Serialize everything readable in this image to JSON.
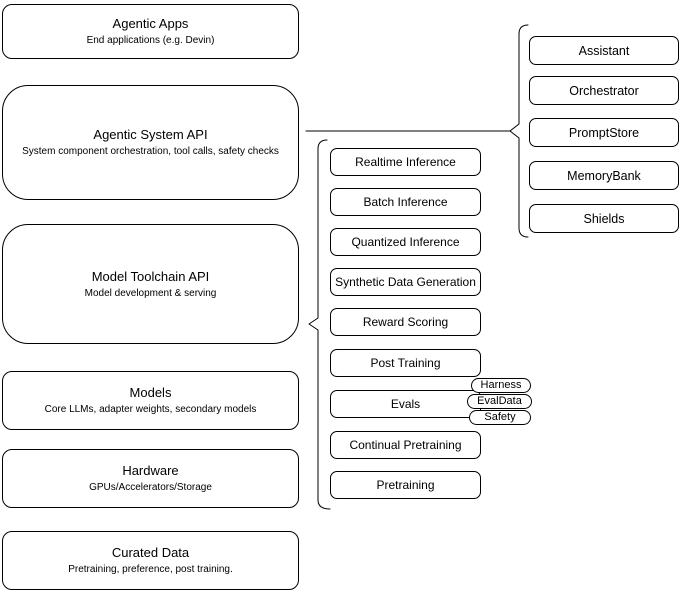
{
  "diagram": {
    "left_column": [
      {
        "title": "Agentic Apps",
        "subtitle": "End applications (e.g. Devin)"
      },
      {
        "title": "Agentic System API",
        "subtitle": "System component orchestration, tool calls, safety checks"
      },
      {
        "title": "Model Toolchain API",
        "subtitle": "Model development & serving"
      },
      {
        "title": "Models",
        "subtitle": "Core LLMs, adapter weights, secondary models"
      },
      {
        "title": "Hardware",
        "subtitle": "GPUs/Accelerators/Storage"
      },
      {
        "title": "Curated Data",
        "subtitle": "Pretraining, preference, post training."
      }
    ],
    "toolchain_services": [
      "Realtime Inference",
      "Batch Inference",
      "Quantized Inference",
      "Synthetic Data Generation",
      "Reward Scoring",
      "Post Training",
      "Evals",
      "Continual Pretraining",
      "Pretraining"
    ],
    "eval_tags": [
      "Harness",
      "EvalData",
      "Safety"
    ],
    "system_components": [
      "Assistant",
      "Orchestrator",
      "PromptStore",
      "MemoryBank",
      "Shields"
    ],
    "colors": {
      "stroke": "#000000",
      "fill": "#ffffff",
      "background": "#ffffff",
      "text": "#000000"
    }
  }
}
